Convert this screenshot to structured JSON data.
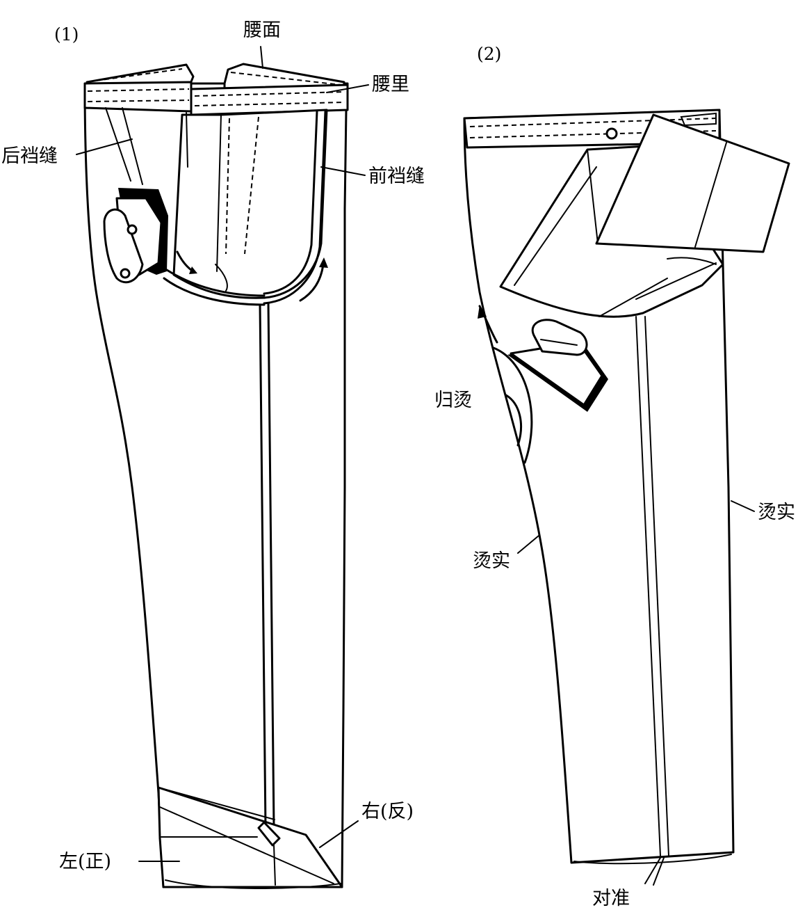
{
  "figure1": {
    "number": "(1)",
    "labels": {
      "waist_face": "腰面",
      "waist_lining": "腰里",
      "back_crotch_seam": "后裆缝",
      "front_crotch_seam": "前裆缝",
      "right_reverse": "右(反)",
      "left_front": "左(正)"
    }
  },
  "figure2": {
    "number": "(2)",
    "labels": {
      "shrink_press": "归烫",
      "press_firm_left": "烫实",
      "press_firm_right": "烫实",
      "align": "对准"
    }
  }
}
